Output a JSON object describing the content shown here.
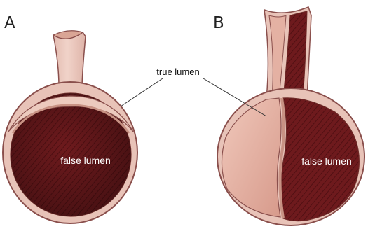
{
  "panels": [
    {
      "letter": "A",
      "false_lumen_label": "false lumen"
    },
    {
      "letter": "B",
      "false_lumen_label": "false lumen"
    }
  ],
  "true_lumen_label": "true lumen",
  "colors": {
    "false_lumen_fill": "#6e1a1d",
    "false_lumen_dark": "#4a0d10",
    "vessel_wall": "#e8c3b8",
    "wall_outline": "#8a4f4c",
    "true_lumen_fill": "#e4b1a3",
    "leader_line": "#333333"
  }
}
